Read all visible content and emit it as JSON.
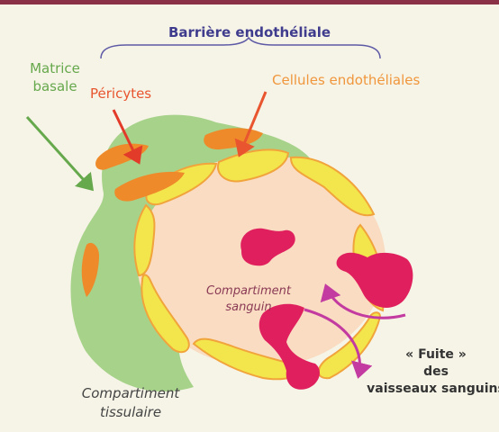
{
  "labels": {
    "barrier": "Barrière endothéliale",
    "matrix_line1": "Matrice",
    "matrix_line2": "basale",
    "pericytes": "Péricytes",
    "endothelial_cells": "Cellules endothéliales",
    "blood_compartment_line1": "Compartiment",
    "blood_compartment_line2": "sanguin",
    "tissue_compartment_line1": "Compartiment",
    "tissue_compartment_line2": "tissulaire",
    "leak_line1": "« Fuite »",
    "leak_line2": "des",
    "leak_line3": "vaisseaux sanguins"
  },
  "colors": {
    "header_bar": "#8a3148",
    "background": "#f6f4e7",
    "basal_matrix": "#9fce7f",
    "pericyte": "#ee8a2a",
    "endothelial_cell": "#f3e64c",
    "endothelial_border": "#f1a43b",
    "lumen": "#f9dcc2",
    "blood_cell": "#e0205e",
    "leak_arrow": "#c33aa0",
    "matrix_arrow": "#66a84c",
    "pericyte_arrow": "#e33b2a",
    "endothelial_arrow": "#e8552f",
    "brace": "#5e5aa6"
  }
}
